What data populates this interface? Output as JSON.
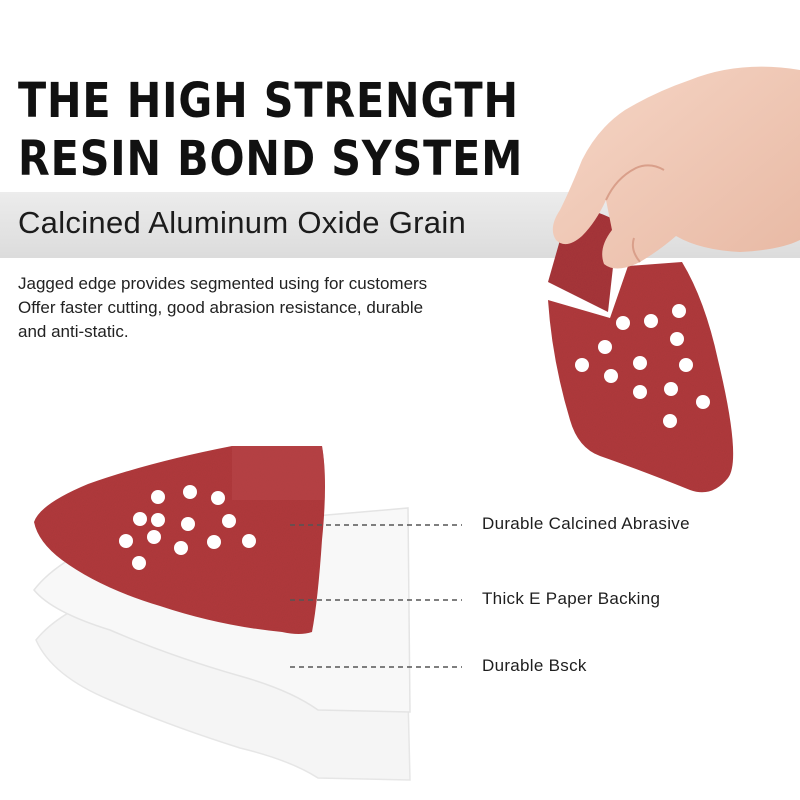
{
  "headline": {
    "line1": "THE HIGH STRENGTH",
    "line2": "RESIN BOND SYSTEM"
  },
  "band": {
    "text": "Calcined Aluminum Oxide Grain"
  },
  "description": {
    "line1": "Jagged edge provides segmented using for customers",
    "line2": "Offer faster cutting, good abrasion resistance, durable",
    "line3": "and anti-static."
  },
  "layers": [
    {
      "label": "Durable Calcined Abrasive"
    },
    {
      "label": "Thick E Paper Backing"
    },
    {
      "label": "Durable Bsck"
    }
  ],
  "colors": {
    "abrasive": "#b23a3c",
    "abrasive_dark": "#8f2a2d",
    "backing": "#f4f4f4",
    "band": "#e2e2e2",
    "text": "#111111"
  }
}
